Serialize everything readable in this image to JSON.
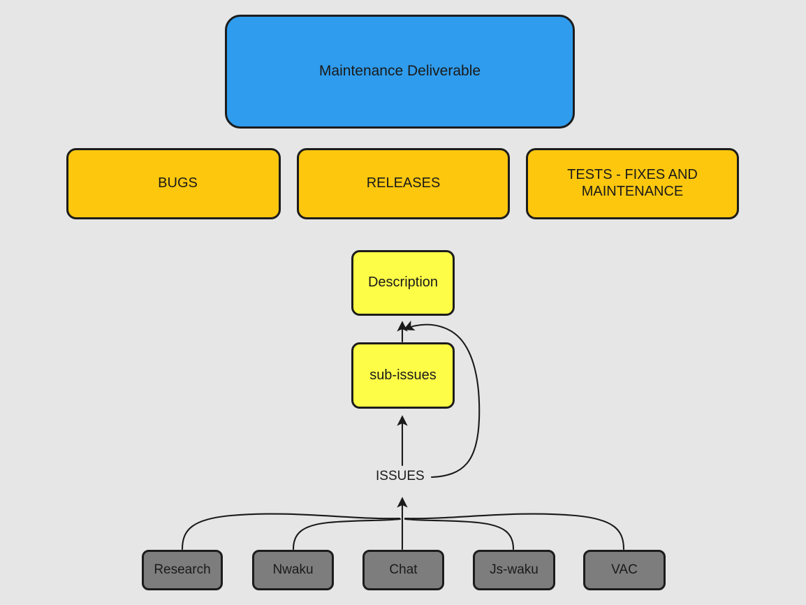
{
  "diagram": {
    "background_color": "#e6e6e6",
    "title_node": {
      "label": "Maintenance Deliverable",
      "fill": "#2f9ced",
      "stroke": "#1c1c1c"
    },
    "categories": [
      {
        "id": "bugs",
        "label": "BUGS",
        "fill": "#fdc70e"
      },
      {
        "id": "releases",
        "label": "RELEASES",
        "fill": "#fdc70e"
      },
      {
        "id": "tests",
        "label": "TESTS - FIXES AND\nMAINTENANCE",
        "fill": "#fdc70e"
      }
    ],
    "issue_nodes": [
      {
        "id": "description",
        "label": "Description",
        "fill": "#fdfd48"
      },
      {
        "id": "subissues",
        "label": "sub-issues",
        "fill": "#fdfd48"
      }
    ],
    "sources": [
      {
        "id": "research",
        "label": "Research",
        "fill": "#7d7d7d"
      },
      {
        "id": "nwaku",
        "label": "Nwaku",
        "fill": "#7d7d7d"
      },
      {
        "id": "chat",
        "label": "Chat",
        "fill": "#7d7d7d"
      },
      {
        "id": "jswaku",
        "label": "Js-waku",
        "fill": "#7d7d7d"
      },
      {
        "id": "vac",
        "label": "VAC",
        "fill": "#7d7d7d"
      }
    ],
    "edge_labels": [
      {
        "id": "issues",
        "label": "ISSUES"
      }
    ]
  }
}
